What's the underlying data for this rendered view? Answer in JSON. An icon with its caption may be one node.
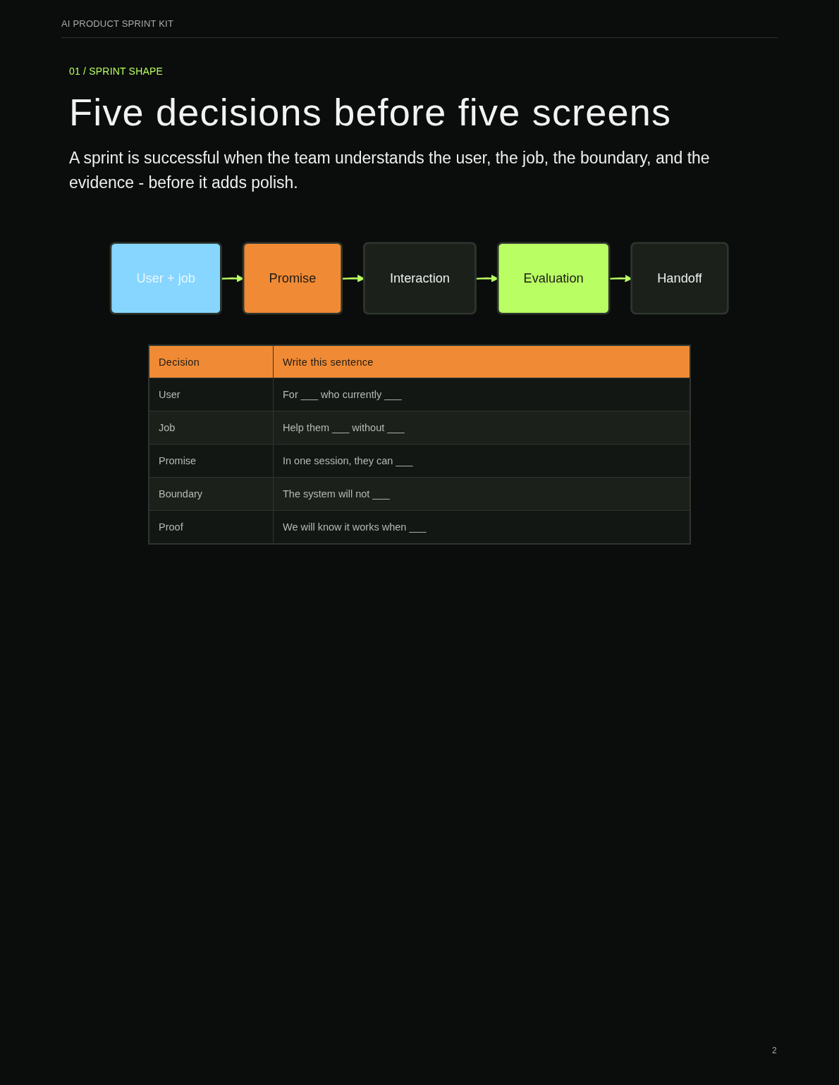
{
  "diagram": {
    "title": "Five decisions before five screens",
    "nodes": [
      {
        "text": [
          "User + job"
        ]
      },
      {
        "text": [
          "Promise"
        ]
      },
      {
        "text": [
          "Interaction"
        ]
      },
      {
        "text": [
          "Evaluation"
        ]
      },
      {
        "text": [
          "Handoff"
        ]
      }
    ],
    "edges": [
      {
        "from": 0,
        "to": 1,
        "arrow": "to"
      },
      {
        "from": 1,
        "to": 2,
        "arrow": "to"
      },
      {
        "from": 2,
        "to": 3,
        "arrow": "to"
      },
      {
        "from": 3,
        "to": 4,
        "arrow": "to"
      }
    ],
    "labels": [
      "AI PRODUCT SPRINT KIT",
      "01 / SPRINT SHAPE",
      "A sprint is successful when the team understands the user, the job, the boundary, and the evidence - before it adds polish.",
      "Decision",
      "Write this sentence",
      "User",
      "For ___ who currently ___",
      "Job",
      "Help them ___ without ___",
      "Promise",
      "In one session, they can ___",
      "Boundary",
      "The system will not ___",
      "Proof",
      "We will know it works when ___",
      "2"
    ]
  }
}
